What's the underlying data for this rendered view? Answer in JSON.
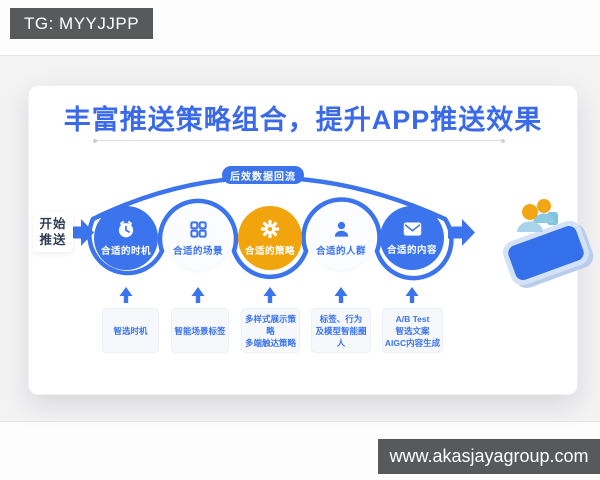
{
  "header": {
    "tg_badge": "TG: MYYJJPP"
  },
  "footer": {
    "website": "www.akasjayagroup.com"
  },
  "diagram": {
    "title": "丰富推送策略组合，提升APP推送效果",
    "feedback_label": "后效数据回流",
    "start_label_line1": "开始",
    "start_label_line2": "推送",
    "steps": [
      {
        "icon": "alarm-clock",
        "label": "合适的时机",
        "detail_lines": [
          "智选时机"
        ]
      },
      {
        "icon": "grid",
        "label": "合适的场景",
        "detail_lines": [
          "智能场景标签"
        ]
      },
      {
        "icon": "gear",
        "label": "合适的策略",
        "detail_lines": [
          "多样式展示策略",
          "多端触达策略"
        ]
      },
      {
        "icon": "person",
        "label": "合适的人群",
        "detail_lines": [
          "标签、行为",
          "及模型智能圈人"
        ]
      },
      {
        "icon": "envelope",
        "label": "合适的内容",
        "detail_lines": [
          "A/B Test",
          "智选文案",
          "AIGC内容生成"
        ]
      }
    ],
    "colors": {
      "accent_blue": "#3B74EC",
      "title_blue": "#3A6AE9",
      "accent_orange": "#F2A40D",
      "badge_dark": "#58595B",
      "detail_text_blue": "#3B74EC"
    }
  }
}
